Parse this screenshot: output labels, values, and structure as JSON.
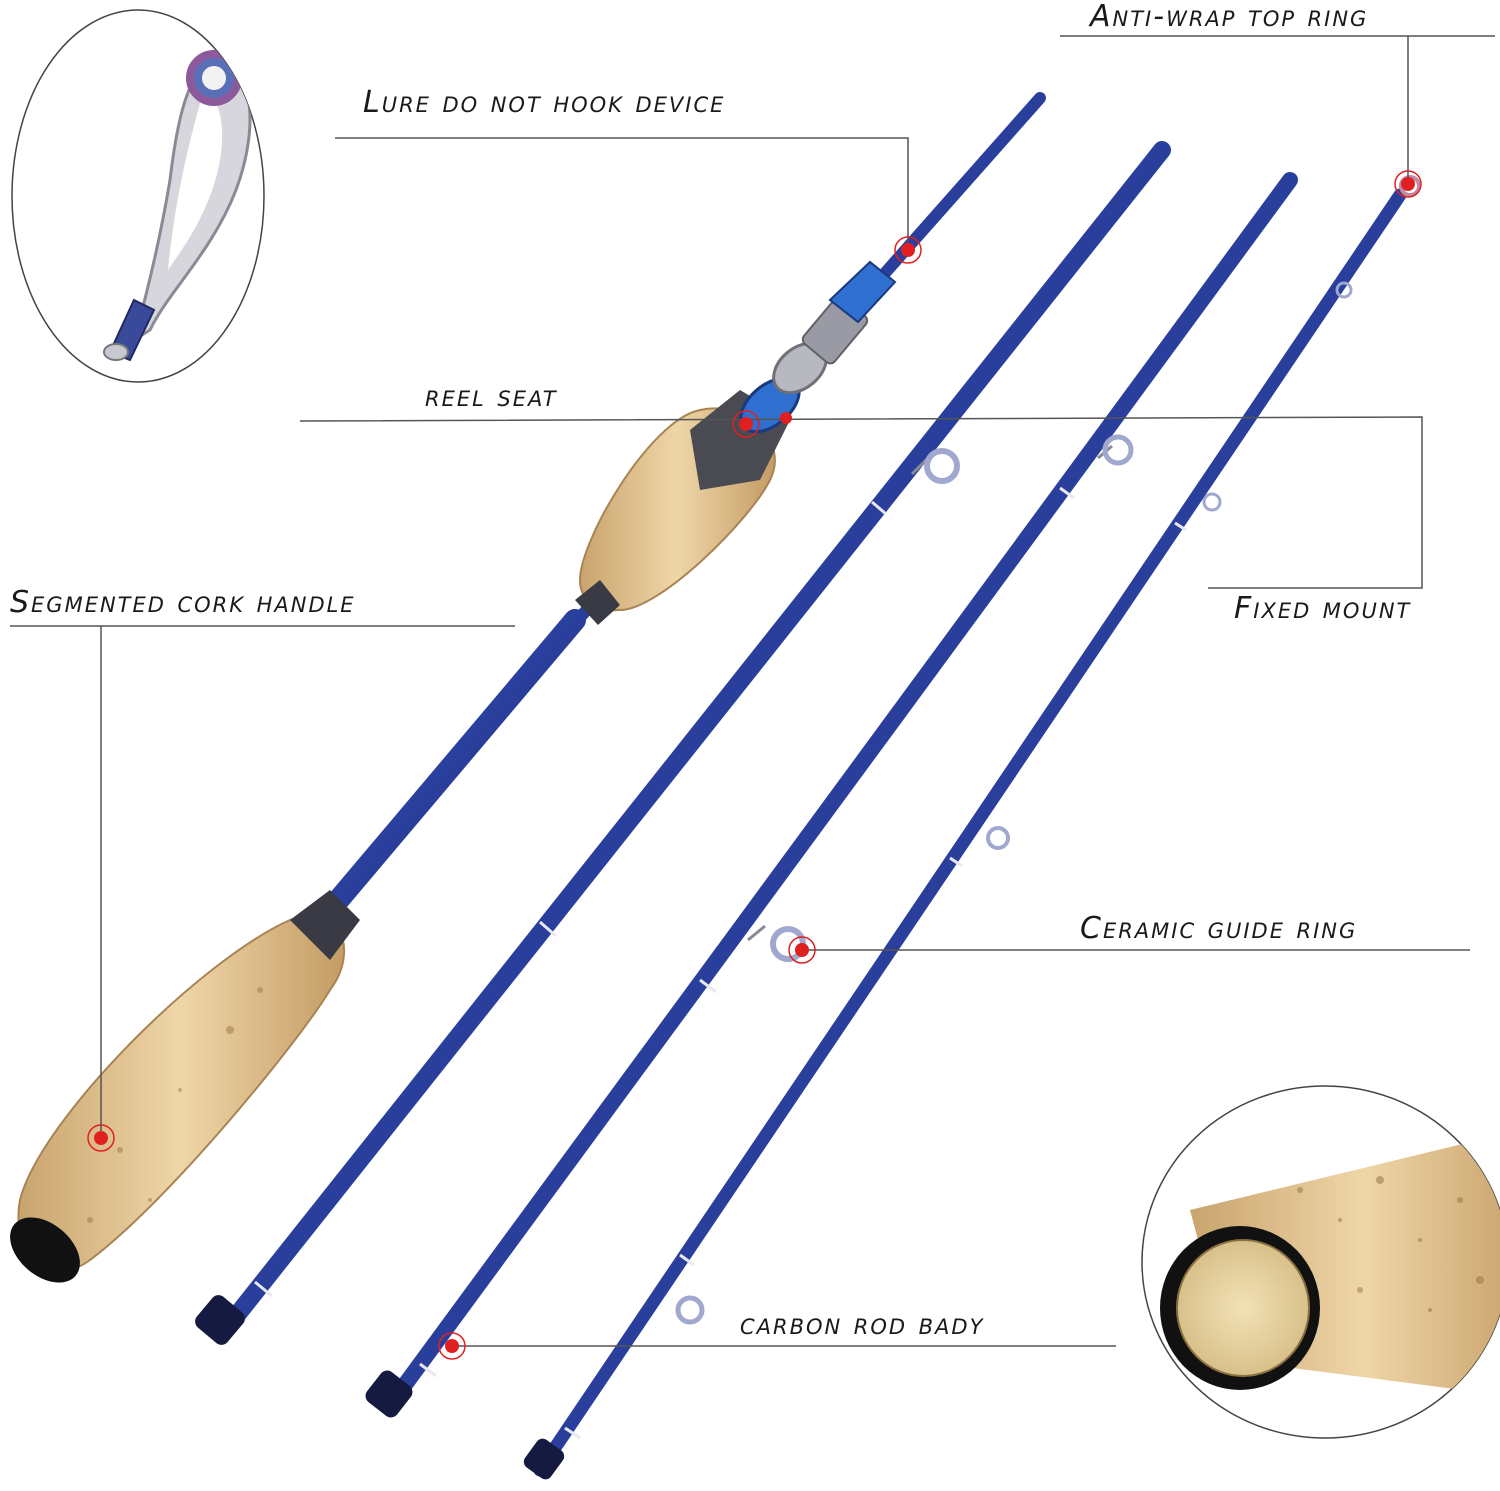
{
  "colors": {
    "rod_blue": "#1f2f86",
    "rod_highlight": "#3a56c8",
    "cork": "#e6c99a",
    "cork_dark": "#b8905a",
    "marker_red": "#e02020",
    "leader_line": "#555555",
    "seat_blue": "#2e6fd0"
  },
  "labels": {
    "top_ring": "Anti-wrap top ring",
    "lure_device": "Lure do not hook device",
    "reel_seat": "reel seat",
    "cork_handle": "Segmented cork handle",
    "fixed_mount": "Fixed mount",
    "guide_ring": "Ceramic guide ring",
    "rod_body": "carbon  rod bady"
  },
  "insets": {
    "top": "guide-ring-closeup",
    "bottom": "handle-end-cap-closeup"
  }
}
